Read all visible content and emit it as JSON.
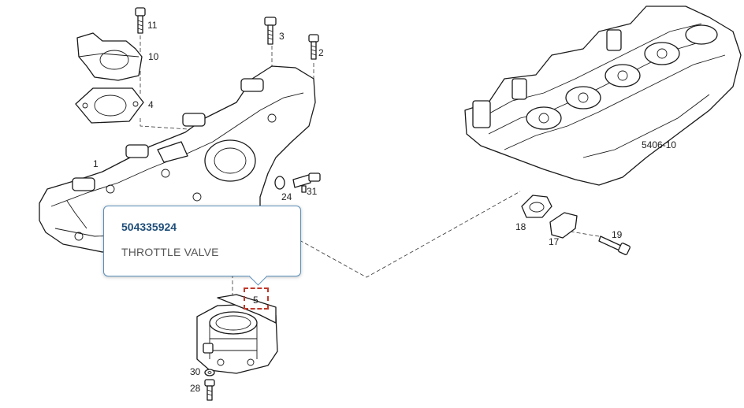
{
  "diagram": {
    "reference_code": "5406-10",
    "callouts": {
      "c1": "1",
      "c2": "2",
      "c3": "3",
      "c4": "4",
      "c5": "5",
      "c10": "10",
      "c11": "11",
      "c17": "17",
      "c18": "18",
      "c19": "19",
      "c24": "24",
      "c28": "28",
      "c30": "30",
      "c31": "31"
    }
  },
  "tooltip": {
    "part_number": "504335924",
    "description": "THROTTLE VALVE"
  },
  "colors": {
    "hotspot": "#c0392b",
    "tooltip_border": "#5b8fb9",
    "part_number": "#1f4e79"
  }
}
